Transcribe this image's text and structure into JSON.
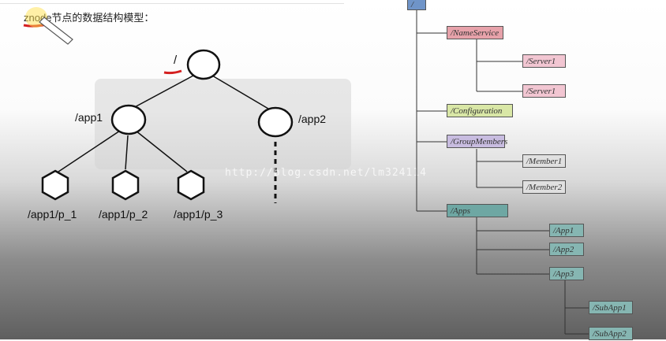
{
  "title": "znode节点的数据结构模型：",
  "watermark": "http://blog.csdn.net/lm324114",
  "left_tree": {
    "root": "/",
    "app1": "/app1",
    "app2": "/app2",
    "leaves": [
      "/app1/p_1",
      "/app1/p_2",
      "/app1/p_3"
    ]
  },
  "right_tree": {
    "root": "/",
    "nodes": {
      "nameservice": "/NameService",
      "server1a": "/Server1",
      "server1b": "/Server1",
      "configuration": "/Configuration",
      "groupmembers": "/GroupMembers",
      "member1": "/Member1",
      "member2": "/Member2",
      "apps": "/Apps",
      "app1": "/App1",
      "app2": "/App2",
      "app3": "/App3",
      "subapp1": "/SubApp1",
      "subapp2": "/SubApp2"
    },
    "colors": {
      "root": "#6f94c8",
      "nameservice": "#e7a2aa",
      "server": "#f2c6d2",
      "configuration": "#d9e7a6",
      "groupmembers": "#c8bce0",
      "member": "#e0e0e0",
      "apps": "#6ea7a3",
      "app": "#86b6b2",
      "subapp": "#86b6b2"
    }
  }
}
